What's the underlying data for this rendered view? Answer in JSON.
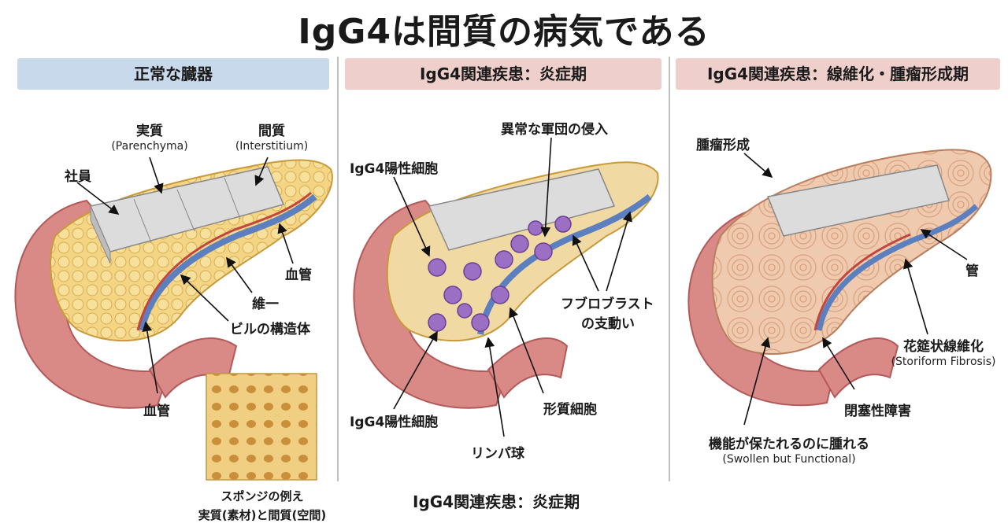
{
  "title": "IgG4は間質の病気である",
  "panels": [
    {
      "header": "正常な臓器",
      "header_color": "#c7d9ea",
      "labels": {
        "parenchyma": "実質",
        "parenchyma_en": "(Parenchyma)",
        "interstitium": "間質",
        "interstitium_en": "(Interstitium)",
        "employee": "社員",
        "vessel_right": "血管",
        "fiber": "維一",
        "building_structure": "ビルの構造体",
        "vessel_bottom": "血管"
      },
      "sponge_caption_1": "スポンジの例え",
      "sponge_caption_2": "実質(素材)と間質(空間)"
    },
    {
      "header": "IgG4関連疾患：炎症期",
      "header_color": "#efcfcb",
      "labels": {
        "invasion": "異常な軍団の侵入",
        "igg4_cell_top": "IgG4陽性細胞",
        "fibroblast_1": "フブロブラスト",
        "fibroblast_2": "の支動い",
        "plasma_cell": "形質細胞",
        "igg4_cell_bottom": "IgG4陽性細胞",
        "lymphocyte": "リンパ球"
      },
      "caption": "IgG4関連疾患：炎症期"
    },
    {
      "header": "IgG4関連疾患：線維化・腫瘤形成期",
      "header_color": "#efcfcb",
      "labels": {
        "mass": "腫瘤形成",
        "duct": "管",
        "storiform": "花筵状線維化",
        "storiform_en": "(Storiform Fibrosis)",
        "obstruction": "閉塞性障害",
        "swollen": "機能が保たれるのに腫れる",
        "swollen_en": "(Swollen but Functional)"
      }
    }
  ],
  "colors": {
    "intestine": "#d98a86",
    "intestine_dark": "#b4595a",
    "pancreas": "#f0cf7a",
    "pancreas_edge": "#c99a3a",
    "fibrosis": "#ecc7aa",
    "vessel_blue": "#5b7fbf",
    "vessel_red": "#c2463e",
    "cell_purple": "#9b6fc4",
    "building": "#d9d9d9",
    "sponge": "#f1cf82"
  }
}
